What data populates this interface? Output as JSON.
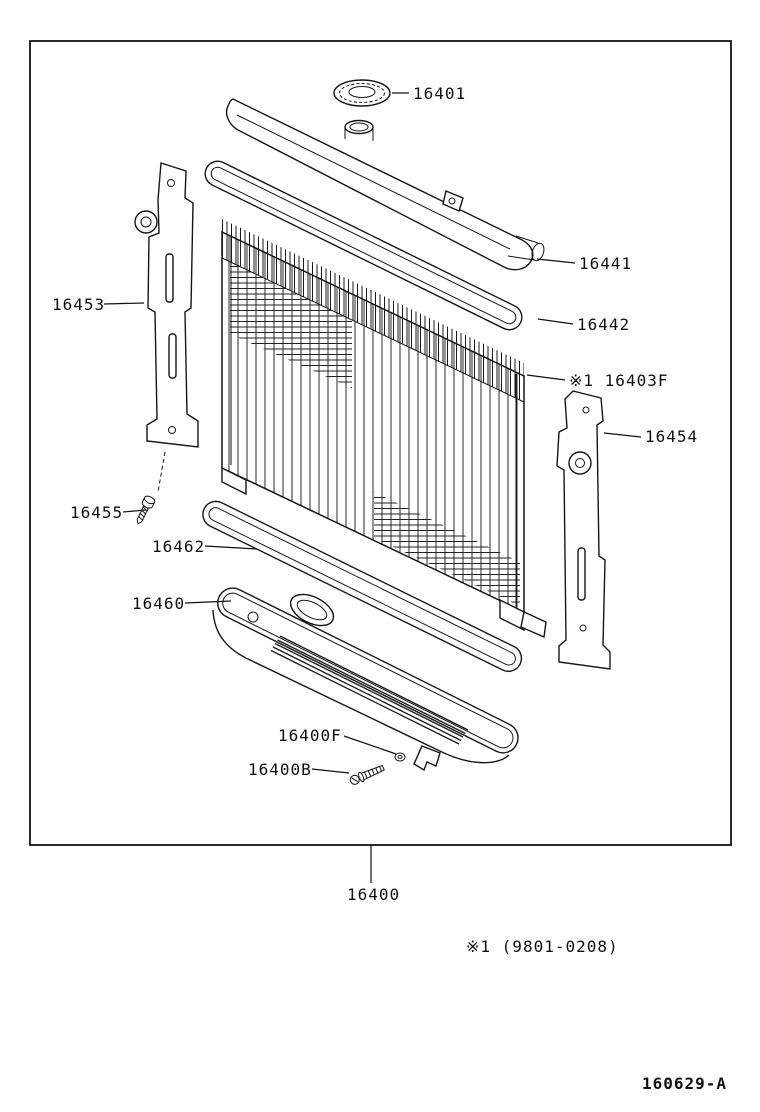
{
  "diagram": {
    "footnote": "※1 (9801-0208)",
    "drawing_code": "160629-A",
    "assembly_label": "16400"
  },
  "parts": {
    "radiator_cap": "16401",
    "upper_tank": "16441",
    "upper_gasket": "16442",
    "core": "※1 16403F",
    "bracket_left": "16453",
    "bracket_right": "16454",
    "screw": "16455",
    "lower_gasket": "16462",
    "lower_tank": "16460",
    "oring": "16400F",
    "drain_plug": "16400B"
  }
}
